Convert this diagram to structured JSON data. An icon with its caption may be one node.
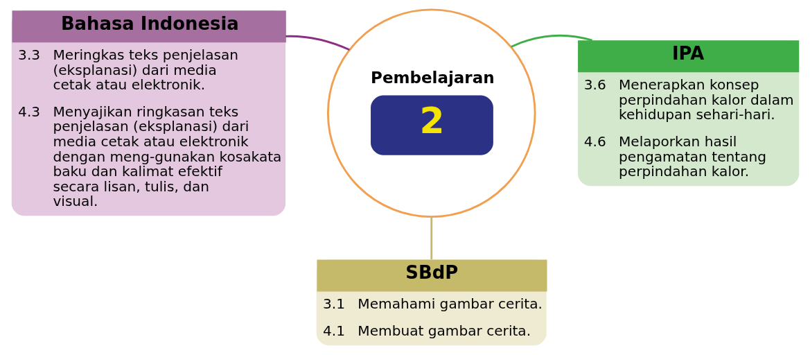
{
  "diagram": {
    "nodes": [
      {
        "text": [
          "Bahasa Indonesia",
          "3.3",
          "Meringkas teks penjelasan (eksplanasi) dari media cetak atau elektronik.",
          "4.3",
          "Menyajikan ringkasan teks penjelasan (eksplanasi) dari media cetak atau elektronik dengan meng-gunakan kosakata baku dan kalimat efektif secara lisan, tulis, dan visual."
        ]
      },
      {
        "text": [
          "Pembelajaran",
          "2"
        ]
      },
      {
        "text": [
          "IPA",
          "3.6",
          "Menerapkan konsep perpindahan kalor dalam kehidupan sehari-hari.",
          "4.6",
          "Melaporkan hasil pengamatan tentang perpindahan kalor."
        ]
      },
      {
        "text": [
          "SBdP",
          "3.1",
          "Memahami gambar cerita.",
          "4.1",
          "Membuat gambar cerita."
        ]
      }
    ],
    "edges": [
      {
        "from": 1,
        "to": 0,
        "arrow": "none",
        "color": "#8b2f86"
      },
      {
        "from": 1,
        "to": 2,
        "arrow": "none",
        "color": "#3fae49"
      },
      {
        "from": 1,
        "to": 3,
        "arrow": "none",
        "color": "#c4ba6a"
      }
    ]
  }
}
